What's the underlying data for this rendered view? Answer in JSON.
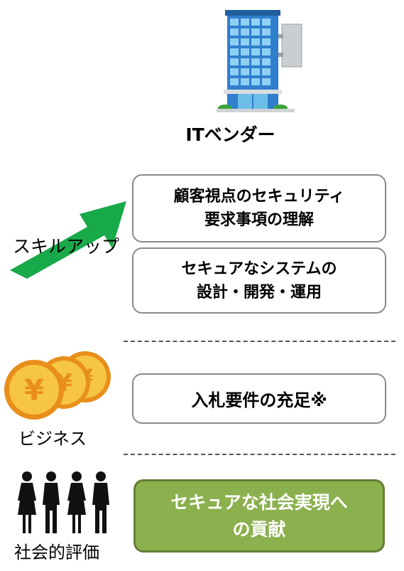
{
  "vendor": {
    "label": "ITベンダー",
    "icon": "office-building-icon"
  },
  "skillup": {
    "label": "スキルアップ",
    "arrow_color": "#18a94a"
  },
  "skill_boxes": [
    {
      "lines": [
        "顧客視点のセキュリティ",
        "要求事項の理解"
      ]
    },
    {
      "lines": [
        "セキュアなシステムの",
        "設計・開発・運用"
      ]
    }
  ],
  "business": {
    "label": "ビジネス",
    "icon": "yen-coins-icon",
    "box": "入札要件の充足※"
  },
  "social": {
    "label": "社会的評価",
    "icon": "people-icon",
    "box_lines": [
      "セキュアな社会実現へ",
      "の貢献"
    ],
    "box_color": "#8bb04e"
  }
}
